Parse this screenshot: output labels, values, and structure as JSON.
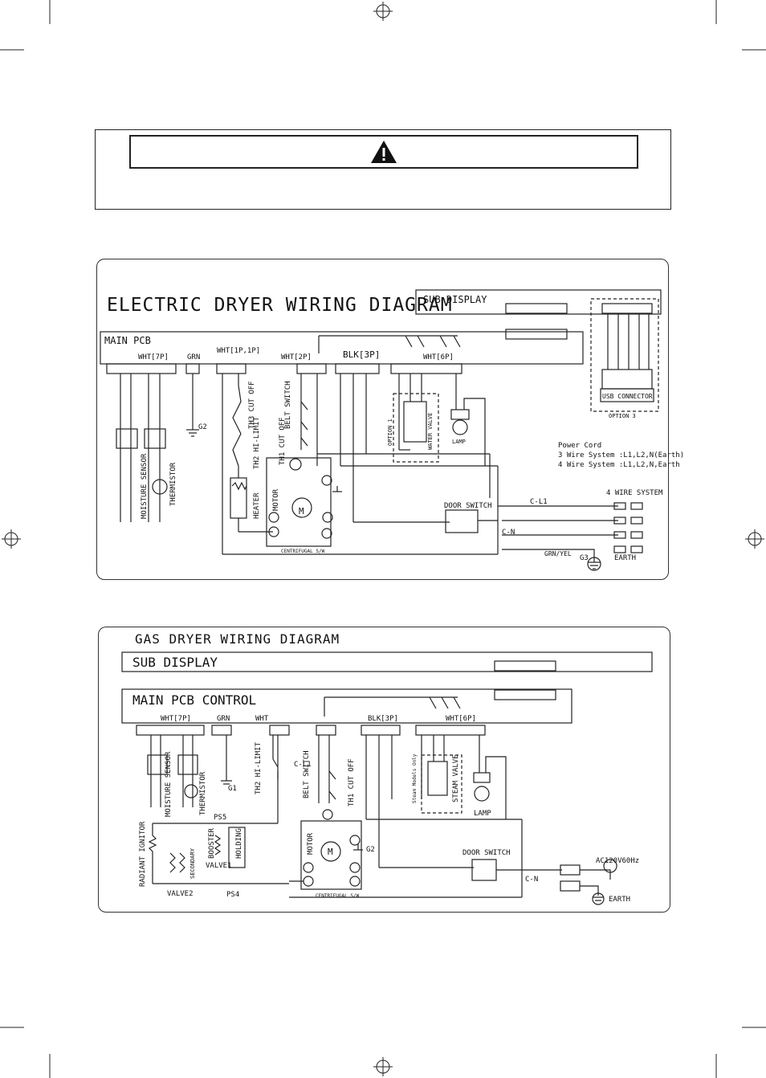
{
  "electric": {
    "title": "ELECTRIC DRYER WIRING DIAGRAM",
    "sub_display": "SUB DISPLAY",
    "main_pcb": "MAIN PCB",
    "connectors": {
      "c1": "WHT[7P]",
      "c2": "GRN",
      "c3": "WHT[1P,1P]",
      "c5": "WHT[2P]",
      "c7": "BLK[3P]",
      "c6": "WHT[6P]"
    },
    "labels": {
      "moisture": "MOISTURE SENSOR",
      "thermistor": "THERMISTOR",
      "heater": "HEATER",
      "motor": "MOTOR",
      "hi_limit": "TH2 HI-LIMIT",
      "cutoff3": "TH3 CUT OFF",
      "cutoff1": "TH1 CUT OFF",
      "belt": "BELT SWITCH",
      "option1": "OPTION 1",
      "water_valve": "WATER VALVE",
      "lamp": "LAMP",
      "door_switch": "DOOR SWITCH",
      "centrifugal": "CENTRIFUGAL S/W",
      "usb": "USB CONNECTOR",
      "option3": "OPTION 3",
      "power_cord": "Power Cord",
      "wire3": "3 Wire System :L1,L2,N(Earth)",
      "wire4": "4 Wire System :L1,L2,N,Earth",
      "four_wire": "4 WIRE SYSTEM",
      "earth": "EARTH",
      "g3": "G3",
      "g2": "G2",
      "cl1": "C-L1",
      "cn": "C-N",
      "grnyel": "GRN/YEL"
    }
  },
  "gas": {
    "title": "GAS DRYER WIRING DIAGRAM",
    "sub_display": "SUB DISPLAY",
    "main_pcb": "MAIN PCB CONTROL",
    "connectors": {
      "c1": "WHT[7P]",
      "c2": "GRN",
      "c3": "WHT",
      "c7": "BLK[3P]",
      "c6": "WHT[6P]"
    },
    "labels": {
      "moisture": "MOISTURE SENSOR",
      "thermistor": "THERMISTOR",
      "hi_limit": "TH2 HI-LIMIT",
      "belt": "BELT SWITCH",
      "cutoff1": "TH1 CUT OFF",
      "steam_valve": "STEAM VALVE",
      "steam_only": "Steam Models Only",
      "lamp": "LAMP",
      "motor": "MOTOR",
      "door_switch": "DOOR SWITCH",
      "centrifugal": "CENTRIFUGAL S/W",
      "radiant": "RADIANT IGNITOR",
      "secondary": "SECONDARY",
      "booster": "BOOSTER",
      "holding": "HOLDING",
      "valve1": "VALVE1",
      "valve2": "VALVE2",
      "ps5": "PS5",
      "ps4": "PS4",
      "ac": "AC120V60Hz",
      "earth": "EARTH",
      "g1": "G1",
      "g2": "G2",
      "cl1": "C-L1",
      "cn": "C-N"
    }
  }
}
